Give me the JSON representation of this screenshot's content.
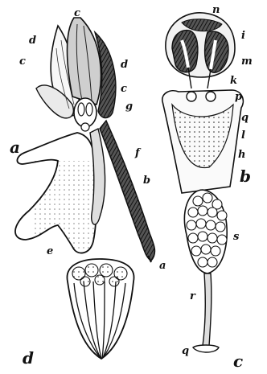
{
  "figure_a": {
    "panel_letter": "a",
    "labels": {
      "c_top": "c",
      "d_left": "d",
      "c_left": "c",
      "d_right": "d",
      "c_right": "c",
      "g": "g",
      "f": "f",
      "b": "b",
      "e": "e",
      "a_tip": "a"
    }
  },
  "figure_b": {
    "panel_letter": "b",
    "labels": {
      "n": "n",
      "i": "i",
      "m": "m",
      "k": "k",
      "p": "p",
      "q": "q",
      "l": "l",
      "h": "h"
    }
  },
  "figure_c": {
    "panel_letter": "c",
    "labels": {
      "s": "s",
      "r": "r",
      "q": "q"
    }
  },
  "figure_d": {
    "panel_letter": "d"
  }
}
